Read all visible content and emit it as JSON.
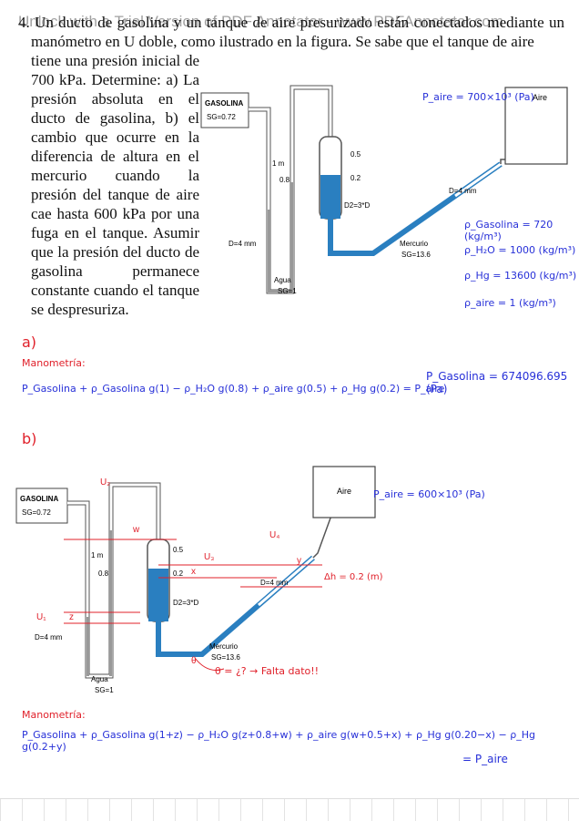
{
  "watermark": "Unlock with a Trial Version of PDF Annotator - www.PDFAnnotator.com",
  "problem": {
    "line1": "4. Un ducto de gasolina y un tanque de aire presurizado están conectados mediante un manómetro en U doble, como ilustrado en la figura. Se sabe que el tanque de aire",
    "wrap": "tiene una presión inicial de 700 kPa. Determine: a) La presión absoluta en el ducto de gasolina, b) el cambio que ocurre en la diferencia de altura en el mercurio cuando la presión del tanque de aire cae hasta 600 kPa por una fuga en el tanque. Asumir que la presión del ducto de gasolina permanece constante cuando el tanque se despresuriza."
  },
  "figure1": {
    "gasolina": "GASOLINA",
    "sg_gas": "SG=0.72",
    "aire": "Aire",
    "dim_1m": "1 m",
    "dim_08": "0.8",
    "dim_05": "0.5",
    "dim_02": "0.2",
    "d2": "D2=3*D",
    "d4_right": "D=4 mm",
    "d4_left": "D=4 mm",
    "mercurio": "Mercurio",
    "sg_hg": "SG=13.6",
    "agua": "Agua",
    "sg_w": "SG=1",
    "p_aire": "P_aire = 700×10³ (Pa)",
    "rho_gas": "ρ_Gasolina = 720 (kg/m³)",
    "rho_w": "ρ_H₂O = 1000 (kg/m³)",
    "rho_hg": "ρ_Hg = 13600 (kg/m³)",
    "rho_aire": "ρ_aire = 1 (kg/m³)"
  },
  "part_a": {
    "label": "a)",
    "title": "Manometría:",
    "equation": "P_Gasolina + ρ_Gasolina g(1) − ρ_H₂O g(0.8) + ρ_aire g(0.5) + ρ_Hg g(0.2) = P_aire",
    "result": "P_Gasolina = 674096.695 (Pa)"
  },
  "part_b": {
    "label": "b)",
    "p_aire": "P_aire = 600×10³ (Pa)",
    "dh": "Δh = 0.2 (m)",
    "theta": "θ = ¿? → Falta dato!!",
    "title": "Manometría:",
    "equation": "P_Gasolina + ρ_Gasolina g(1+z) − ρ_H₂O g(z+0.8+w) + ρ_aire g(w+0.5+x) + ρ_Hg g(0.20−x) − ρ_Hg g(0.2+y)",
    "equals": "= P_aire"
  },
  "figure2": {
    "u1": "U₁",
    "u2": "U₂",
    "u3": "U₃",
    "u4": "U₄",
    "z": "z",
    "w": "w",
    "x": "x",
    "y": "y",
    "theta": "θ"
  }
}
